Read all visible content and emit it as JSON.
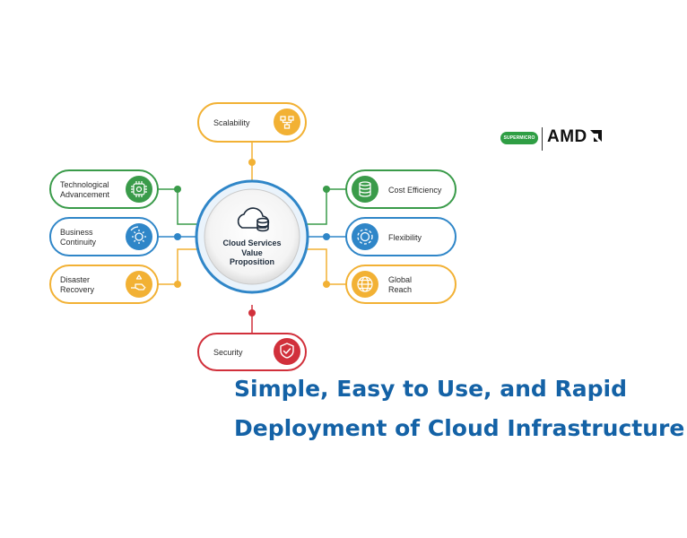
{
  "diagram": {
    "center": {
      "line1": "Cloud Services",
      "line2": "Value",
      "line3": "Proposition"
    },
    "nodes": {
      "scalability": {
        "label": "Scalability",
        "color": "#f2b134",
        "icon": "scalability-network-icon"
      },
      "technological_advancement": {
        "line1": "Technological",
        "line2": "Advancement",
        "color": "#3a9b4a",
        "icon": "chip-brain-icon"
      },
      "business_continuity": {
        "line1": "Business",
        "line2": "Continuity",
        "color": "#2f86c8",
        "icon": "gear-sync-icon"
      },
      "disaster_recovery": {
        "line1": "Disaster",
        "line2": "Recovery",
        "color": "#f2b134",
        "icon": "hand-rescue-icon"
      },
      "cost_efficiency": {
        "label": "Cost Efficiency",
        "color": "#3a9b4a",
        "icon": "coin-stack-icon"
      },
      "flexibility": {
        "label": "Flexibility",
        "color": "#2f86c8",
        "icon": "gear-icon"
      },
      "global_reach": {
        "line1": "Global",
        "line2": "Reach",
        "color": "#f2b134",
        "icon": "globe-icon"
      },
      "security": {
        "label": "Security",
        "color": "#d1303b",
        "icon": "shield-check-icon"
      }
    }
  },
  "headline": {
    "line1": "Simple, Easy to Use, and Rapid",
    "line2": "Deployment of Cloud Infrastructure"
  },
  "logos": {
    "supermicro": "SUPERMICRO",
    "amd": "AMD"
  }
}
